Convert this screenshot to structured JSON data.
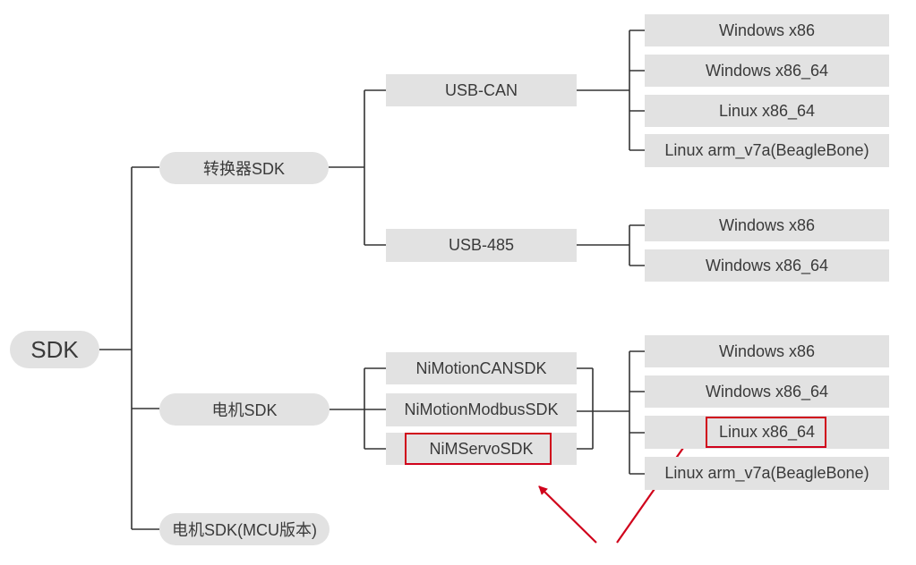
{
  "root": {
    "label": "SDK"
  },
  "level1": {
    "converter": "转换器SDK",
    "motor": "电机SDK",
    "motor_mcu": "电机SDK(MCU版本)"
  },
  "level2": {
    "usb_can": "USB-CAN",
    "usb_485": "USB-485",
    "nimotion_can": "NiMotionCANSDK",
    "nimotion_modbus": "NiMotionModbusSDK",
    "niservo": "NiMServoSDK"
  },
  "platforms_usb_can": [
    "Windows x86",
    "Windows x86_64",
    "Linux x86_64",
    "Linux arm_v7a(BeagleBone)"
  ],
  "platforms_usb_485": [
    "Windows x86",
    "Windows x86_64"
  ],
  "platforms_motor": [
    "Windows x86",
    "Windows x86_64",
    "Linux x86_64",
    "Linux arm_v7a(BeagleBone)"
  ],
  "highlights": [
    "NiMServoSDK",
    "Linux x86_64"
  ],
  "colors": {
    "node_fill": "#e2e2e2",
    "connector": "#333333",
    "highlight": "#d0021b"
  }
}
